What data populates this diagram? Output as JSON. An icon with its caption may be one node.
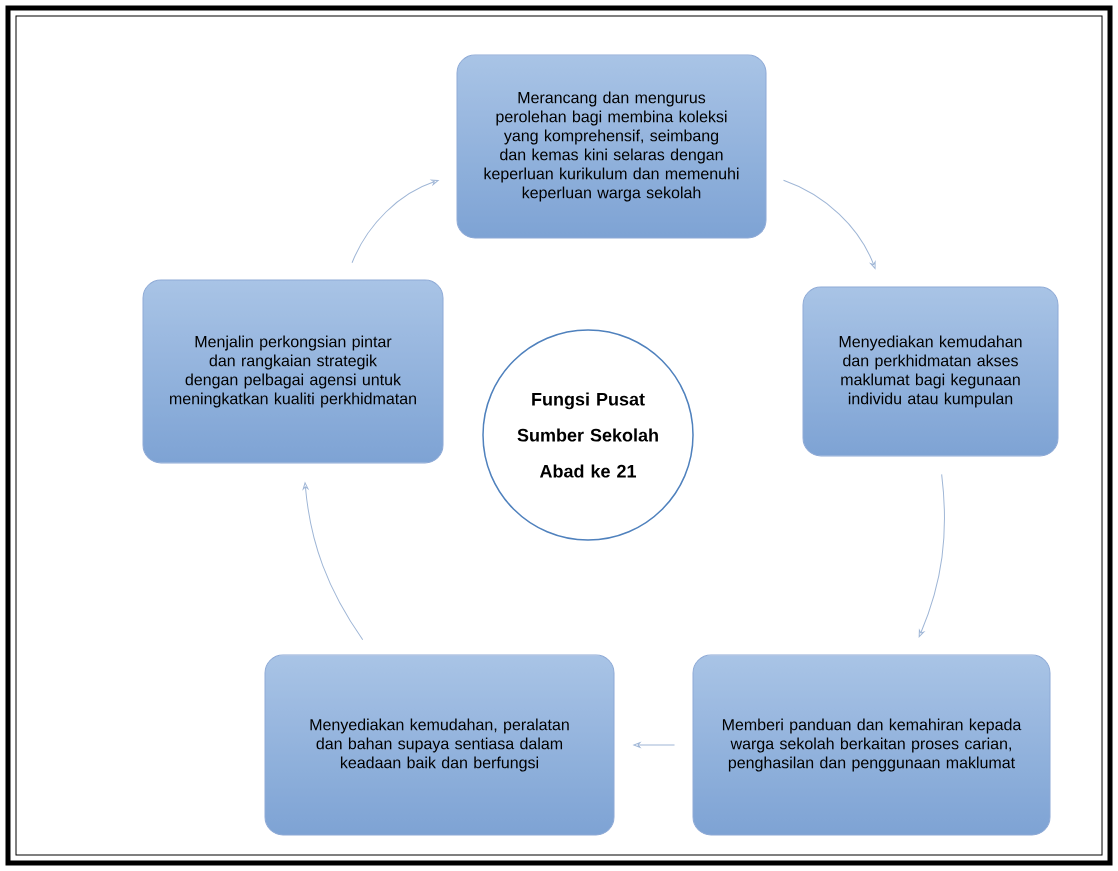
{
  "diagram": {
    "nodes": [
      {
        "text": [
          "Merancang dan mengurus perolehan bagi membina koleksi yang komprehensif, seimbang dan kemas kini selaras dengan keperluan kurikulum dan memenuhi keperluan warga sekolah"
        ]
      },
      {
        "text": [
          "Menyediakan kemudahan dan perkhidmatan akses maklumat bagi kegunaan individu atau kumpulan"
        ]
      },
      {
        "text": [
          "Memberi panduan dan kemahiran kepada warga sekolah berkaitan proses carian, penghasilan dan penggunaan maklumat"
        ]
      },
      {
        "text": [
          "Menyediakan kemudahan, peralatan dan bahan supaya sentiasa dalam keadaan baik dan berfungsi"
        ]
      },
      {
        "text": [
          "Menjalin perkongsian pintar dan rangkaian strategik dengan pelbagai agensi untuk meningkatkan kualiti perkhidmatan"
        ]
      },
      {
        "text": [
          "Fungsi Pusat Sumber Sekolah Abad ke 21"
        ]
      }
    ],
    "edges": [
      {
        "from": 0,
        "to": 1,
        "arrow": "to"
      },
      {
        "from": 1,
        "to": 2,
        "arrow": "to"
      },
      {
        "from": 2,
        "to": 3,
        "arrow": "to"
      },
      {
        "from": 3,
        "to": 4,
        "arrow": "to"
      },
      {
        "from": 4,
        "to": 0,
        "arrow": "to"
      }
    ]
  }
}
